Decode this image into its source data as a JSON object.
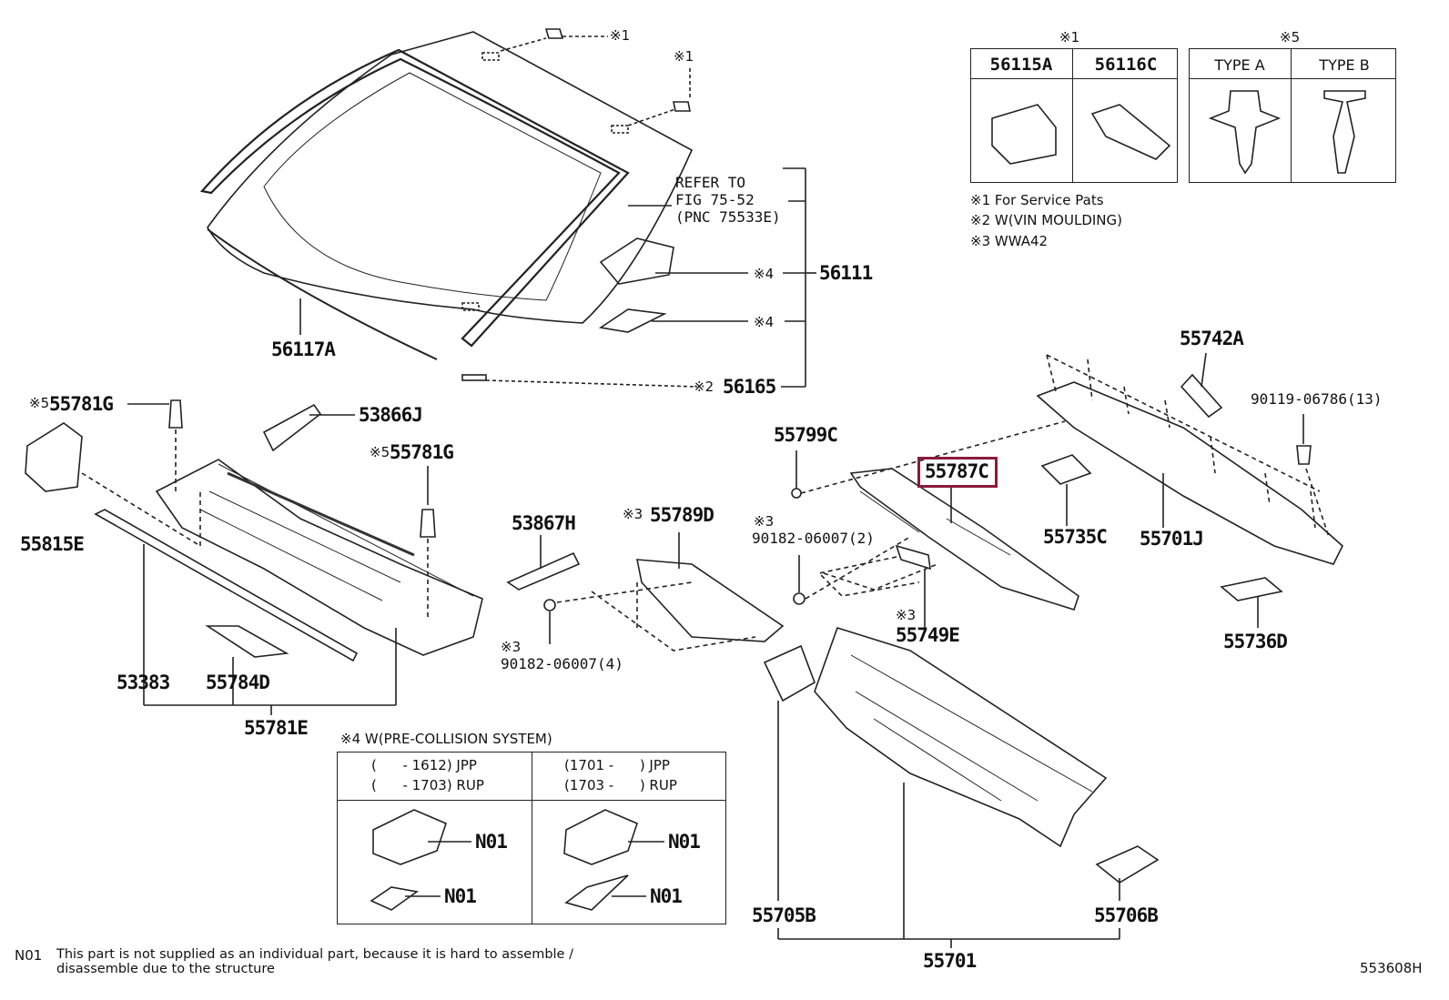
{
  "refer": {
    "line1": "REFER TO",
    "line2": "FIG 75-52",
    "line3": "(PNC 75533E)"
  },
  "parts": {
    "p56117A": "56117A",
    "p56111": "56111",
    "p56165": "56165",
    "p55781G_a": "55781G",
    "p55781G_b": "55781G",
    "p53866J": "53866J",
    "p55815E": "55815E",
    "p53383": "53383",
    "p55784D": "55784D",
    "p55781E": "55781E",
    "p53867H": "53867H",
    "p55789D": "55789D",
    "p90182_a": "90182-06007(4)",
    "p90182_b": "90182-06007(2)",
    "p55799C": "55799C",
    "p55787C": "55787C",
    "p55749E": "55749E",
    "p55735C": "55735C",
    "p55701J": "55701J",
    "p55742A": "55742A",
    "p90119": "90119-06786(13)",
    "p55736D": "55736D",
    "p55705B": "55705B",
    "p55706B": "55706B",
    "p55701": "55701"
  },
  "marks": {
    "m1a": "※1",
    "m1b": "※1",
    "m4a": "※4",
    "m4b": "※4",
    "m2": "※2",
    "m5a": "※5",
    "m5b": "※5",
    "m3a": "※3",
    "m3b": "※3",
    "m3c": "※3"
  },
  "service_table": {
    "mark": "※1",
    "col1": "56115A",
    "col2": "56116C"
  },
  "type_table": {
    "mark": "※5",
    "col1": "TYPE A",
    "col2": "TYPE B"
  },
  "notes": {
    "n1": "※1 For Service Pats",
    "n2": "※2 W(VIN MOULDING)",
    "n3": "※3 WWA42"
  },
  "precollision": {
    "title": "※4 W(PRE-COLLISION SYSTEM)",
    "left_l1": "(      - 1612) JPP",
    "left_l2": "(      - 1703) RUP",
    "right_l1": "(1701 -      ) JPP",
    "right_l2": "(1703 -      ) RUP",
    "n01_a": "N01",
    "n01_b": "N01",
    "n01_c": "N01",
    "n01_d": "N01"
  },
  "footer": {
    "code": "N01",
    "line1": "This part is not supplied as an individual part, because it is hard to assemble /",
    "line2": "disassemble due to the structure",
    "diagram_id": "553608H"
  },
  "colors": {
    "highlight": "#8b1a3a",
    "line": "#222222"
  }
}
